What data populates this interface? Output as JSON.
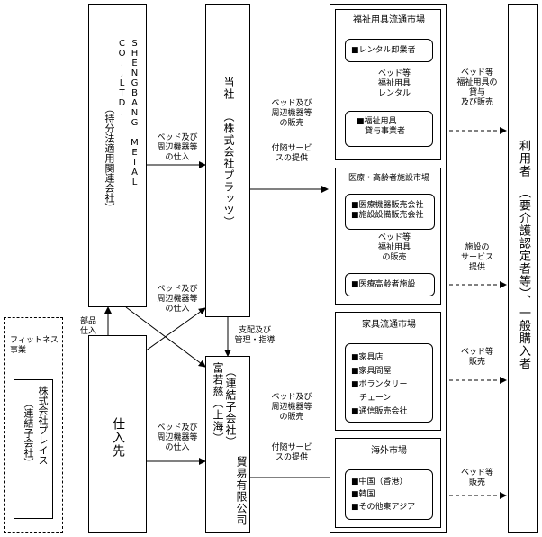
{
  "boxes": {
    "shengbang": {
      "line1": "SHENGBANG METAL",
      "line2": "CO.,LTD.",
      "line3": "（持分法適用関連会社）"
    },
    "plats": {
      "line1": "当社",
      "line2": "（株式会社プラッツ）"
    },
    "fuju": {
      "line1": "富若慈（上海）",
      "line2": "（連結子会社）",
      "line3": "貿易有限公司"
    },
    "shiiresaki": "仕入先",
    "fitness": {
      "title": "フィットネス事業",
      "inner_line1": "株式会社プレイス",
      "inner_line2": "（連結子会社）"
    },
    "users": {
      "line1": "利用者",
      "line2": "（要介護認定者等）、一般購入者"
    }
  },
  "markets": {
    "welfare": {
      "title": "福祉用具流通市場",
      "wholesale": "■レンタル卸業者",
      "mid_label": "ベッド等\n福祉用具\nレンタル",
      "lender": "■福祉用具\n　貸与事業者"
    },
    "medical": {
      "title": "医療・高齢者施設市場",
      "sellers": "■医療機器販売会社\n■施設設備販売会社",
      "mid_label": "ベッド等\n福祉用具\nの販売",
      "facility": "■医療高齢者施設"
    },
    "furniture": {
      "title": "家具流通市場",
      "shops": "■家具店\n■家具問屋\n■ボランタリー\n　チェーン\n■通信販売会社"
    },
    "overseas": {
      "title": "海外市場",
      "regions": "■中国（香港）\n■韓国\n■その他東アジア"
    }
  },
  "labels": {
    "buy_top": "ベッド及び\n周辺機器等\nの仕入",
    "buy_mid": "ベッド及び\n周辺機器等\nの仕入",
    "buy_bottom": "ベッド及び\n周辺機器等\nの仕入",
    "parts": "部品\n仕入",
    "support": "支配及び\n管理・指導",
    "sell_top": "ベッド及び\n周辺機器等\nの販売",
    "service_top": "付随サービ\nスの提供",
    "sell_bottom": "ベッド及び\n周辺機器等\nの販売",
    "service_bottom": "付随サービ\nスの提供",
    "to_user_welfare": "ベッド等\n福祉用具の\n貸与\n及び販売",
    "to_user_medical": "施設の\nサービス\n提供",
    "to_user_furniture": "ベッド等\n販売",
    "to_user_overseas": "ベッド等\n販売"
  }
}
